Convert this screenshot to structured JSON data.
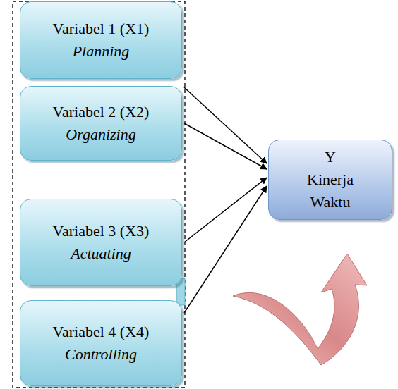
{
  "diagram": {
    "nodes": [
      {
        "text": [
          "Variabel 1 (X1)",
          "Planning"
        ]
      },
      {
        "text": [
          "Variabel 2 (X2)",
          "Organizing"
        ]
      },
      {
        "text": [
          "Variabel 3 (X3)",
          "Actuating"
        ]
      },
      {
        "text": [
          "Variabel 4 (X4)",
          "Controlling"
        ]
      },
      {
        "text": [
          "Y",
          "Kinerja Waktu"
        ]
      }
    ],
    "edges": [
      {
        "from": 0,
        "to": 4,
        "arrow": "to"
      },
      {
        "from": 1,
        "to": 4,
        "arrow": "to"
      },
      {
        "from": 2,
        "to": 4,
        "arrow": "to"
      },
      {
        "from": 3,
        "to": 4,
        "arrow": "to"
      }
    ]
  }
}
